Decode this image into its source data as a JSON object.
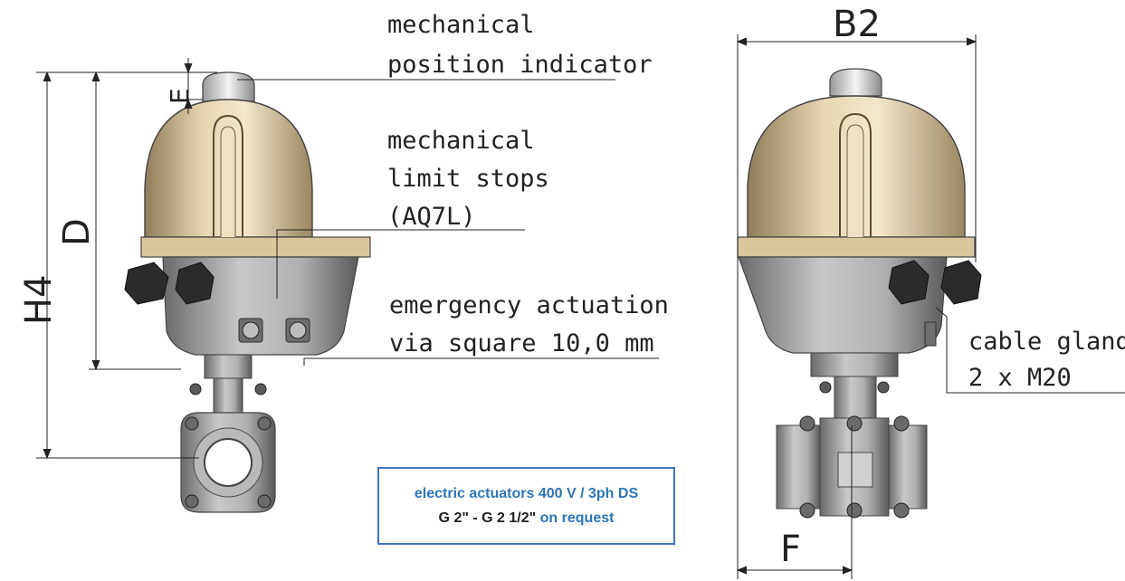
{
  "callouts": {
    "indicator_l1": "mechanical",
    "indicator_l2": "position indicator",
    "stops_l1": "mechanical",
    "stops_l2": "limit stops",
    "stops_l3": "(AQ7L)",
    "emergency_l1": "emergency actuation",
    "emergency_l2": "via square 10,0 mm",
    "gland_l1": "cable gland",
    "gland_l2": "2 x M20"
  },
  "dimensions": {
    "E": "E",
    "D": "D",
    "H4": "H4",
    "B2": "B2",
    "F": "F"
  },
  "note": {
    "line1": "electric actuators 400 V / 3ph DS",
    "line2_part1": "G 2\" - G 2 1/2\"",
    "line2_part2": " on request"
  },
  "colors": {
    "housing": "#d9c7a0",
    "metal": "#8f8f8f",
    "note_border": "#4472c4",
    "note_text": "#2e75b6"
  }
}
